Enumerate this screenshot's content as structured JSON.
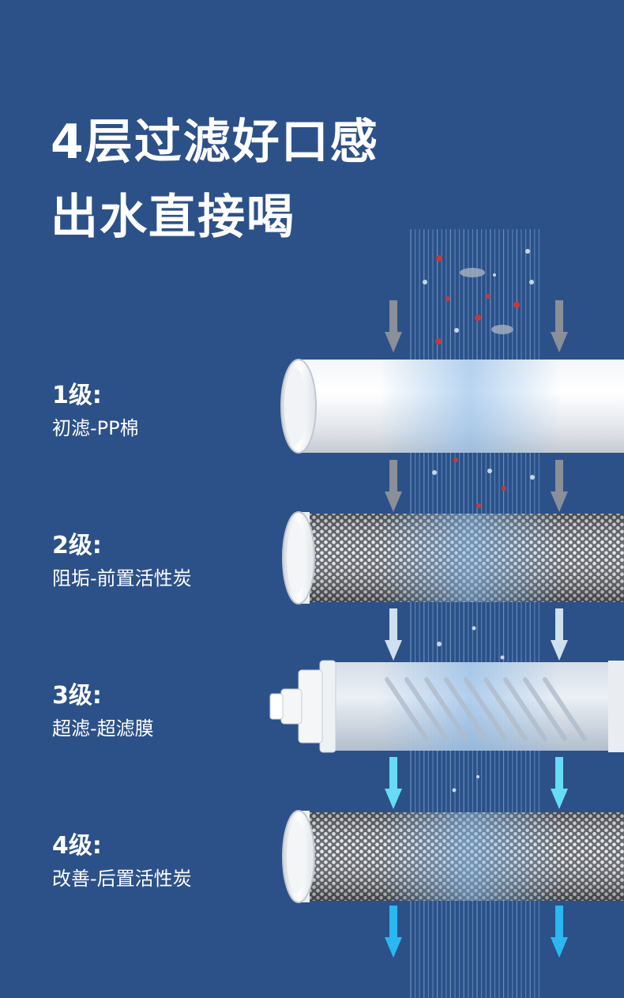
{
  "headline": {
    "line1": "4层过滤好口感",
    "line2": "出水直接喝"
  },
  "stages": [
    {
      "number": "1级:",
      "description": "初滤-PP棉"
    },
    {
      "number": "2级:",
      "description": "阻垢-前置活性炭"
    },
    {
      "number": "3级:",
      "description": "超滤-超滤膜"
    },
    {
      "number": "4级:",
      "description": "改善-后置活性炭"
    }
  ],
  "colors": {
    "background": "#2c5189",
    "arrow_gray": "#8a8f98",
    "arrow_light": "#cfe0ef",
    "arrow_cyan": "#66dcf5",
    "arrow_blue": "#2bb8f0"
  }
}
